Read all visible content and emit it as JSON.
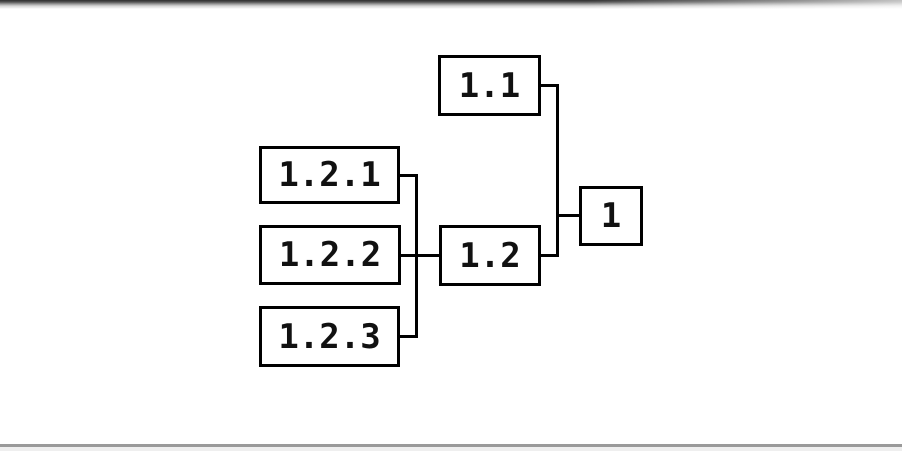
{
  "diagram": {
    "type": "tree-flowchart-right-rooted",
    "nodes": {
      "root": {
        "label": "1"
      },
      "c1": {
        "label": "1.1"
      },
      "c2": {
        "label": "1.2"
      },
      "g1": {
        "label": "1.2.1"
      },
      "g2": {
        "label": "1.2.2"
      },
      "g3": {
        "label": "1.2.3"
      }
    },
    "edges": [
      {
        "from": "1.1",
        "to": "1"
      },
      {
        "from": "1.2",
        "to": "1"
      },
      {
        "from": "1.2.1",
        "to": "1.2"
      },
      {
        "from": "1.2.2",
        "to": "1.2"
      },
      {
        "from": "1.2.3",
        "to": "1.2"
      }
    ],
    "colors": {
      "node_border": "#000000",
      "node_fill": "#ffffff",
      "text": "#111111",
      "connector": "#000000",
      "bottom_rule": "#9a9a9a",
      "background": "#ffffff"
    }
  }
}
